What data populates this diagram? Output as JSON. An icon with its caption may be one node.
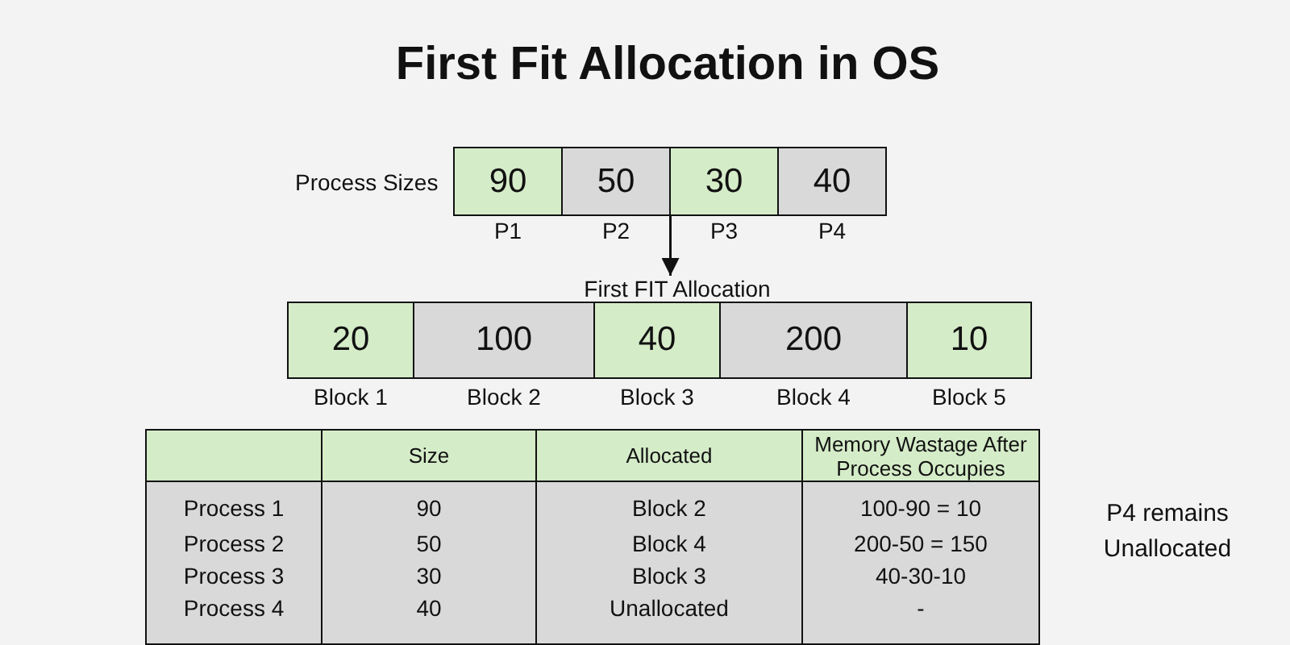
{
  "diagram": {
    "title": "First Fit Allocation in OS",
    "nodes": [
      {
        "text": [
          "Process Sizes"
        ]
      },
      {
        "text": [
          "90"
        ],
        "in": 0,
        "beside": [
          "P1"
        ]
      },
      {
        "text": [
          "50"
        ],
        "in": 0,
        "beside": [
          "P2"
        ]
      },
      {
        "text": [
          "30"
        ],
        "in": 0,
        "beside": [
          "P3"
        ]
      },
      {
        "text": [
          "40"
        ],
        "in": 0,
        "beside": [
          "P4"
        ]
      },
      {
        "text": [
          "First FIT Allocation"
        ]
      },
      {
        "text": [
          "20"
        ],
        "in": 5,
        "beside": [
          "Block 1"
        ]
      },
      {
        "text": [
          "100"
        ],
        "in": 5,
        "beside": [
          "Block 2"
        ]
      },
      {
        "text": [
          "40"
        ],
        "in": 5,
        "beside": [
          "Block 3"
        ]
      },
      {
        "text": [
          "200"
        ],
        "in": 5,
        "beside": [
          "Block 4"
        ]
      },
      {
        "text": [
          "10"
        ],
        "in": 5,
        "beside": [
          "Block 5"
        ]
      }
    ],
    "edges": [
      {
        "from": 0,
        "to": 5,
        "arrow": "to"
      }
    ],
    "labels": [
      "Size",
      "Allocated",
      "Memory Wastage After Process Occupies",
      "Process 1",
      "90",
      "Block 2",
      "100-90 = 10",
      "Process 2",
      "50",
      "Block 4",
      "200-50 = 150",
      "Process 3",
      "30",
      "Block 3",
      "40-30-10",
      "Process 4",
      "40",
      "Unallocated",
      "-",
      "P4 remains Unallocated"
    ]
  }
}
